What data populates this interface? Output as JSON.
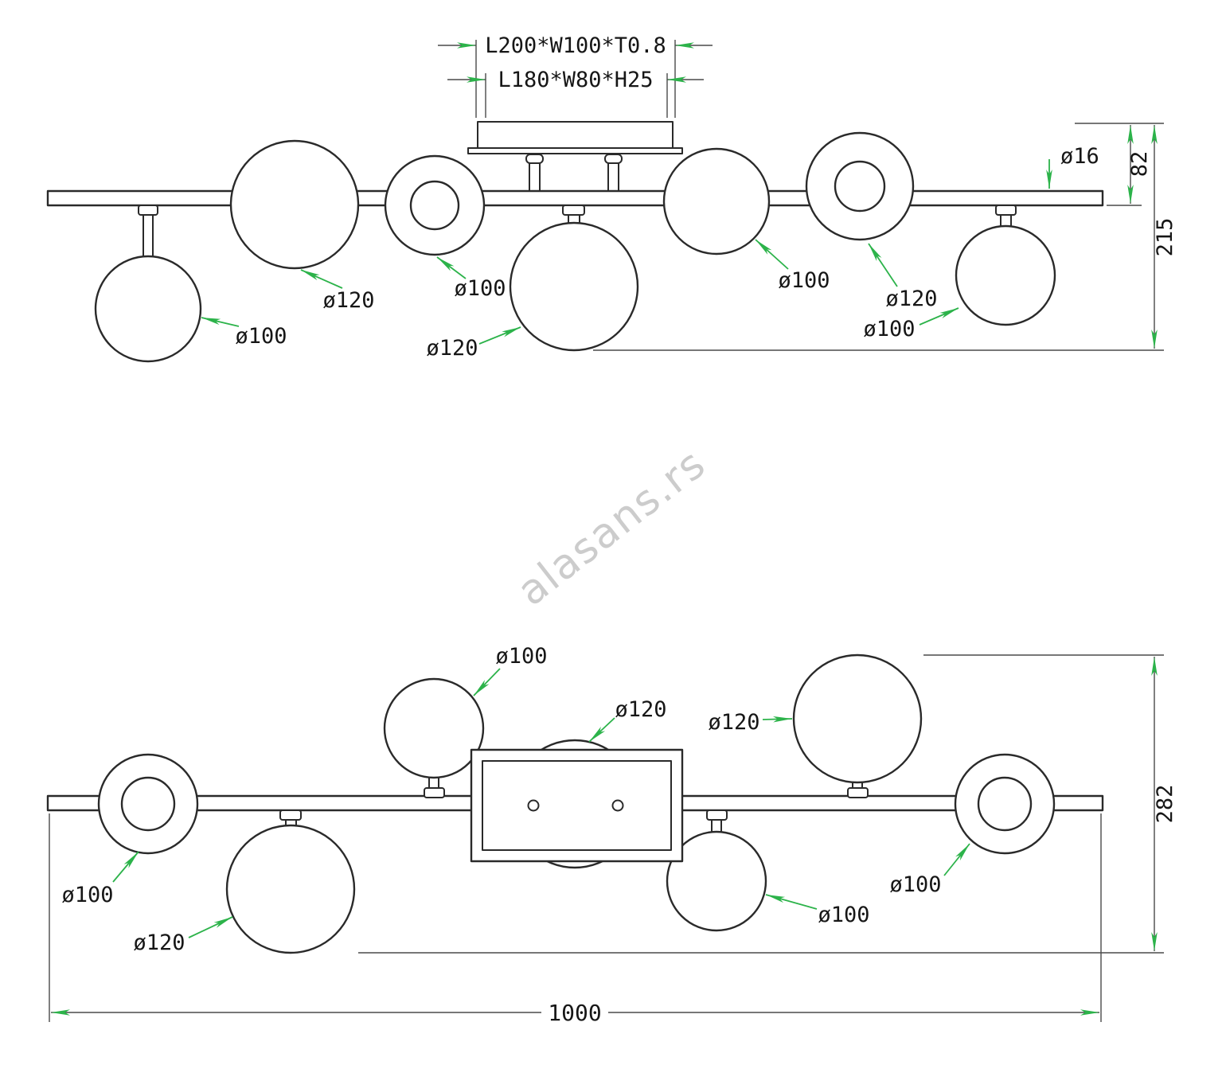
{
  "watermark": "alasans.rs",
  "colors": {
    "outline": "#2a2a2a",
    "dimension_line": "#4a4a4a",
    "arrow": "#2cb34a",
    "label_text": "#161616",
    "watermark_gray": "#9a9a9a",
    "background": "#ffffff"
  },
  "front_view": {
    "canopy_dims": [
      "L200*W100*T0.8",
      "L180*W80*H25"
    ],
    "tube_dia": "ø16",
    "canopy_drop": "82",
    "total_drop": "215",
    "globe_labels": [
      "ø100",
      "ø120",
      "ø100",
      "ø120",
      "ø100",
      "ø120",
      "ø100"
    ]
  },
  "plan_view": {
    "depth": "282",
    "overall_width": "1000",
    "globe_labels": [
      "ø100",
      "ø120",
      "ø120",
      "ø100",
      "ø120",
      "ø100",
      "ø100"
    ]
  }
}
